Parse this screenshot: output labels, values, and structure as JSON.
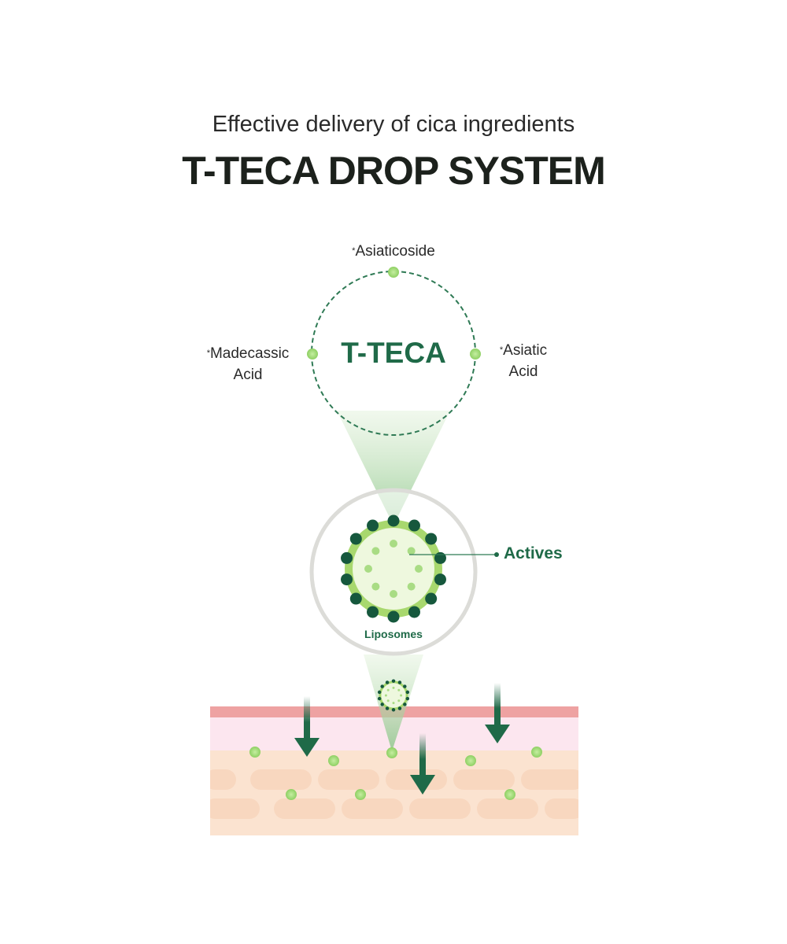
{
  "header": {
    "subtitle": "Effective delivery of cica ingredients",
    "title": "T-TECA DROP SYSTEM"
  },
  "diagram": {
    "core_label": "T-TECA",
    "ingredients": [
      {
        "mark": "*",
        "name": "Asiaticoside"
      },
      {
        "mark": "*",
        "name": "Madecassic",
        "name2": "Acid"
      },
      {
        "mark": "*",
        "name": "Asiatic",
        "name2": "Acid"
      }
    ],
    "actives_label": "Actives",
    "liposomes_label": "Liposomes"
  },
  "colors": {
    "dark_green": "#1f6a48",
    "light_green": "#9fd873",
    "skin_top": "#eea2a2",
    "skin_pink": "#fce6ef",
    "skin_peach": "#fbe3d0"
  }
}
